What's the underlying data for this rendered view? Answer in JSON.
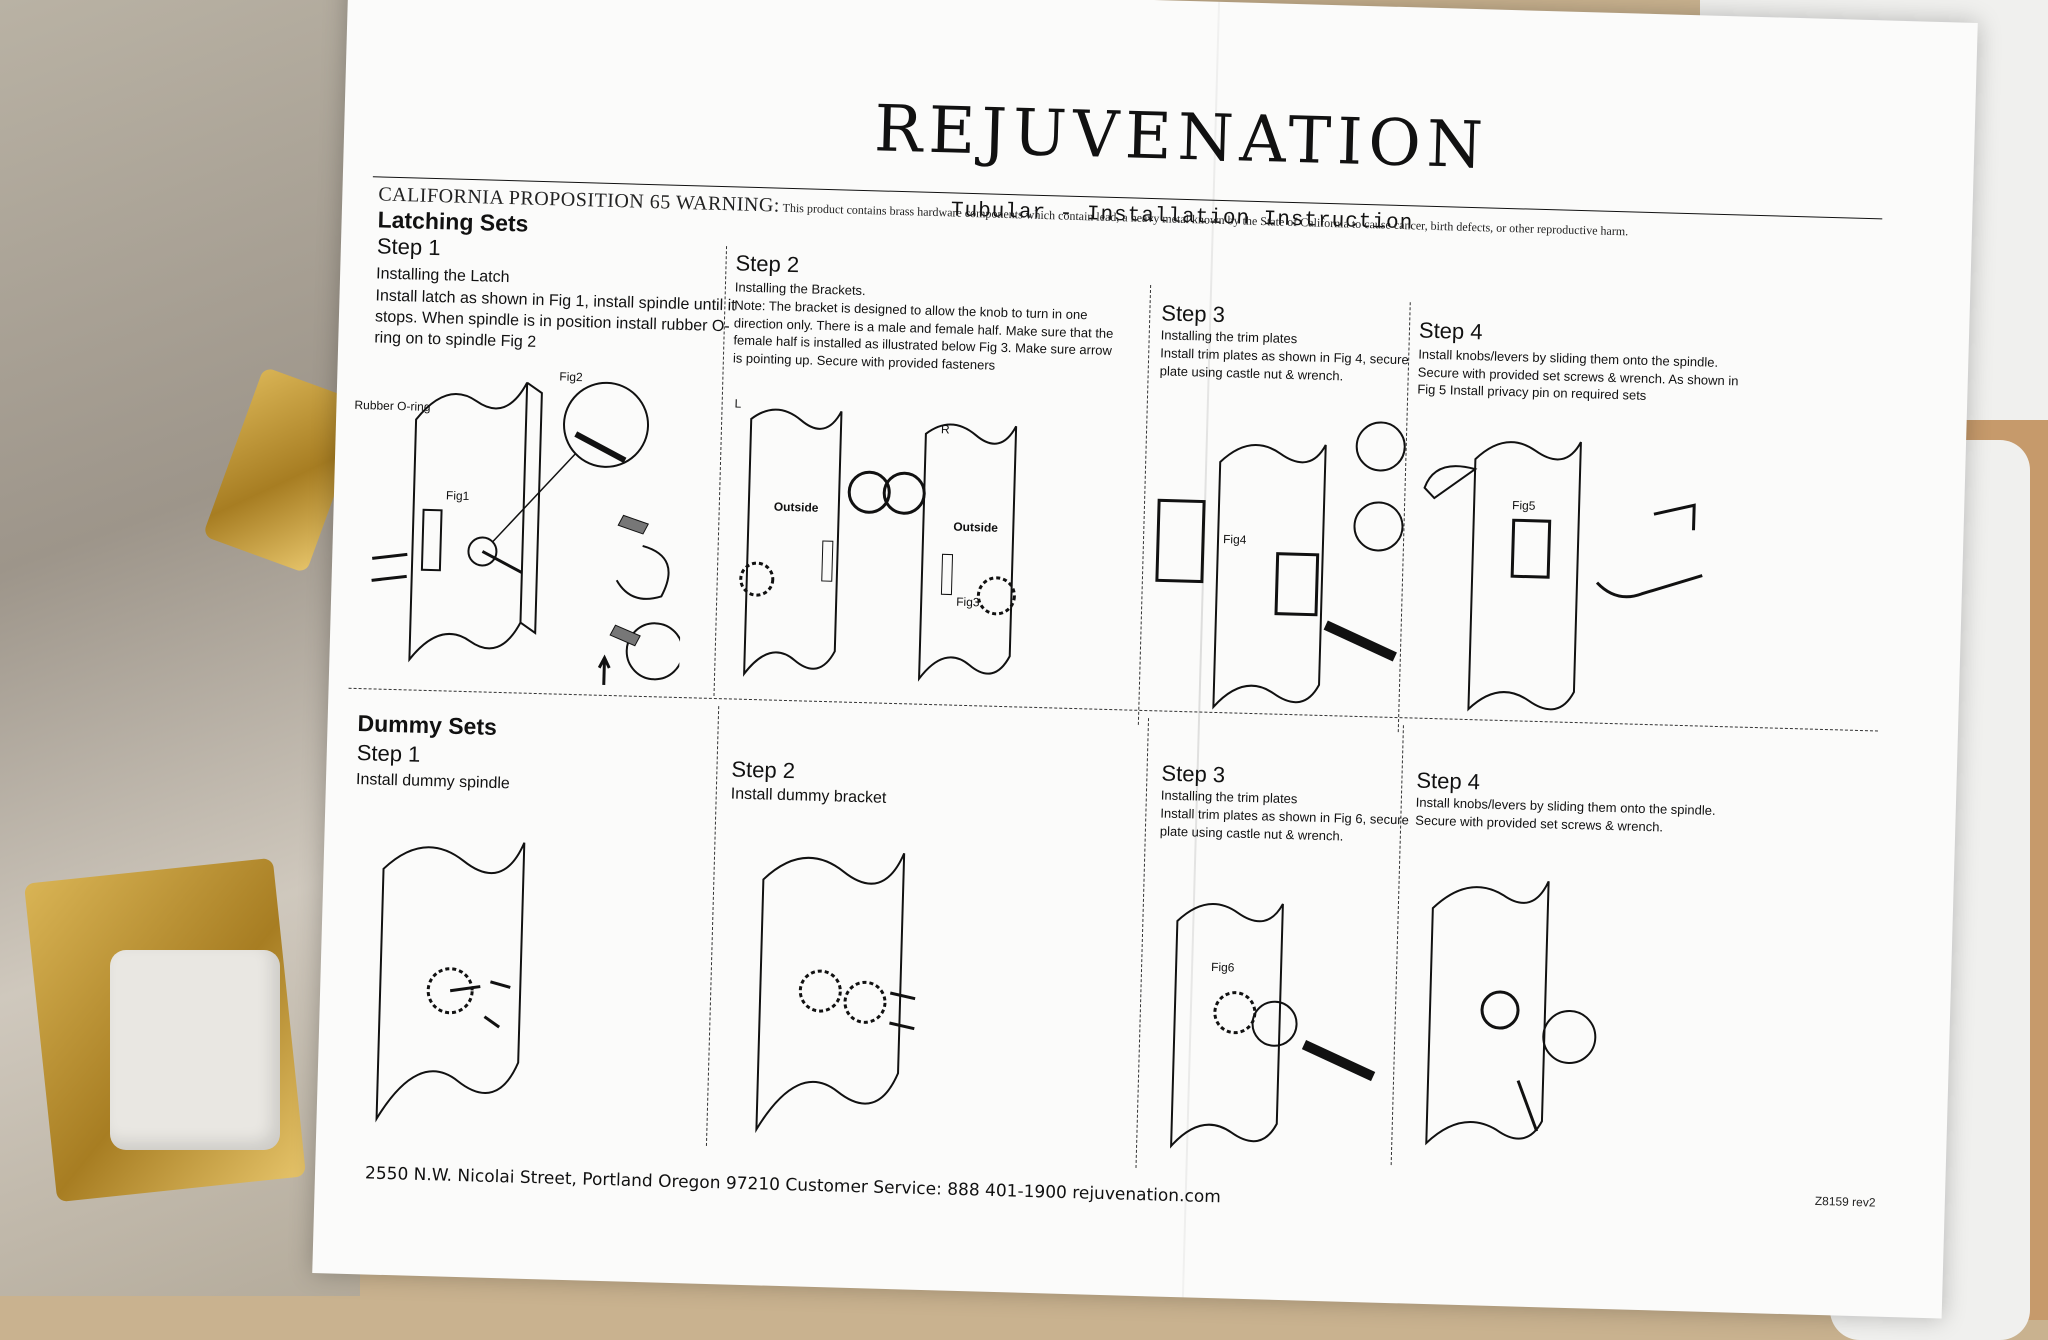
{
  "brand": {
    "name": "REJUVENATION",
    "subtitle": "Tubular - Installation Instruction"
  },
  "warning": {
    "label": "CALIFORNIA PROPOSITION 65 WARNING:",
    "text": "This product contains brass hardware components which contain lead, a heavy metal known by the State of California to cause cancer, birth defects, or other reproductive harm."
  },
  "latching": {
    "title": "Latching Sets",
    "step1": {
      "heading": "Step 1",
      "subheading": "Installing the Latch",
      "text": "Install latch as shown in Fig 1, install spindle until it stops. When spindle is in position install rubber O-ring on to spindle Fig 2",
      "labels": {
        "oring": "Rubber O-ring",
        "fig1": "Fig1",
        "fig2": "Fig2"
      }
    },
    "step2": {
      "heading": "Step 2",
      "subheading": "Installing the Brackets.",
      "text": "Note: The bracket is designed to allow the knob to turn in one direction only. There is a male and female half. Make sure that the female half is installed as illustrated below Fig 3. Make sure arrow is pointing up. Secure with provided fasteners",
      "labels": {
        "left": "L",
        "right": "R",
        "outside_left": "Outside",
        "outside_right": "Outside",
        "fig3": "Fig3"
      }
    },
    "step3": {
      "heading": "Step 3",
      "subheading": "Installing the trim plates",
      "text": "Install trim plates as shown in Fig 4, secure plate using castle nut & wrench.",
      "labels": {
        "fig4": "Fig4"
      }
    },
    "step4": {
      "heading": "Step 4",
      "text": "Install knobs/levers by sliding them onto the spindle. Secure with provided set screws & wrench. As shown in Fig 5 Install privacy pin on required sets",
      "labels": {
        "fig5": "Fig5"
      }
    }
  },
  "dummy": {
    "title": "Dummy Sets",
    "step1": {
      "heading": "Step 1",
      "text": "Install dummy spindle"
    },
    "step2": {
      "heading": "Step 2",
      "text": "Install dummy bracket"
    },
    "step3": {
      "heading": "Step 3",
      "subheading": "Installing the trim plates",
      "text": "Install trim plates as shown in Fig 6, secure plate using castle nut & wrench.",
      "labels": {
        "fig6": "Fig6"
      }
    },
    "step4": {
      "heading": "Step 4",
      "text": "Install knobs/levers by sliding them onto the spindle. Secure with provided set screws & wrench."
    }
  },
  "footer": {
    "address": "2550 N.W. Nicolai Street, Portland Oregon 97210 Customer Service: 888 401-1900 rejuvenation.com",
    "doc_code": "Z8159 rev2"
  }
}
